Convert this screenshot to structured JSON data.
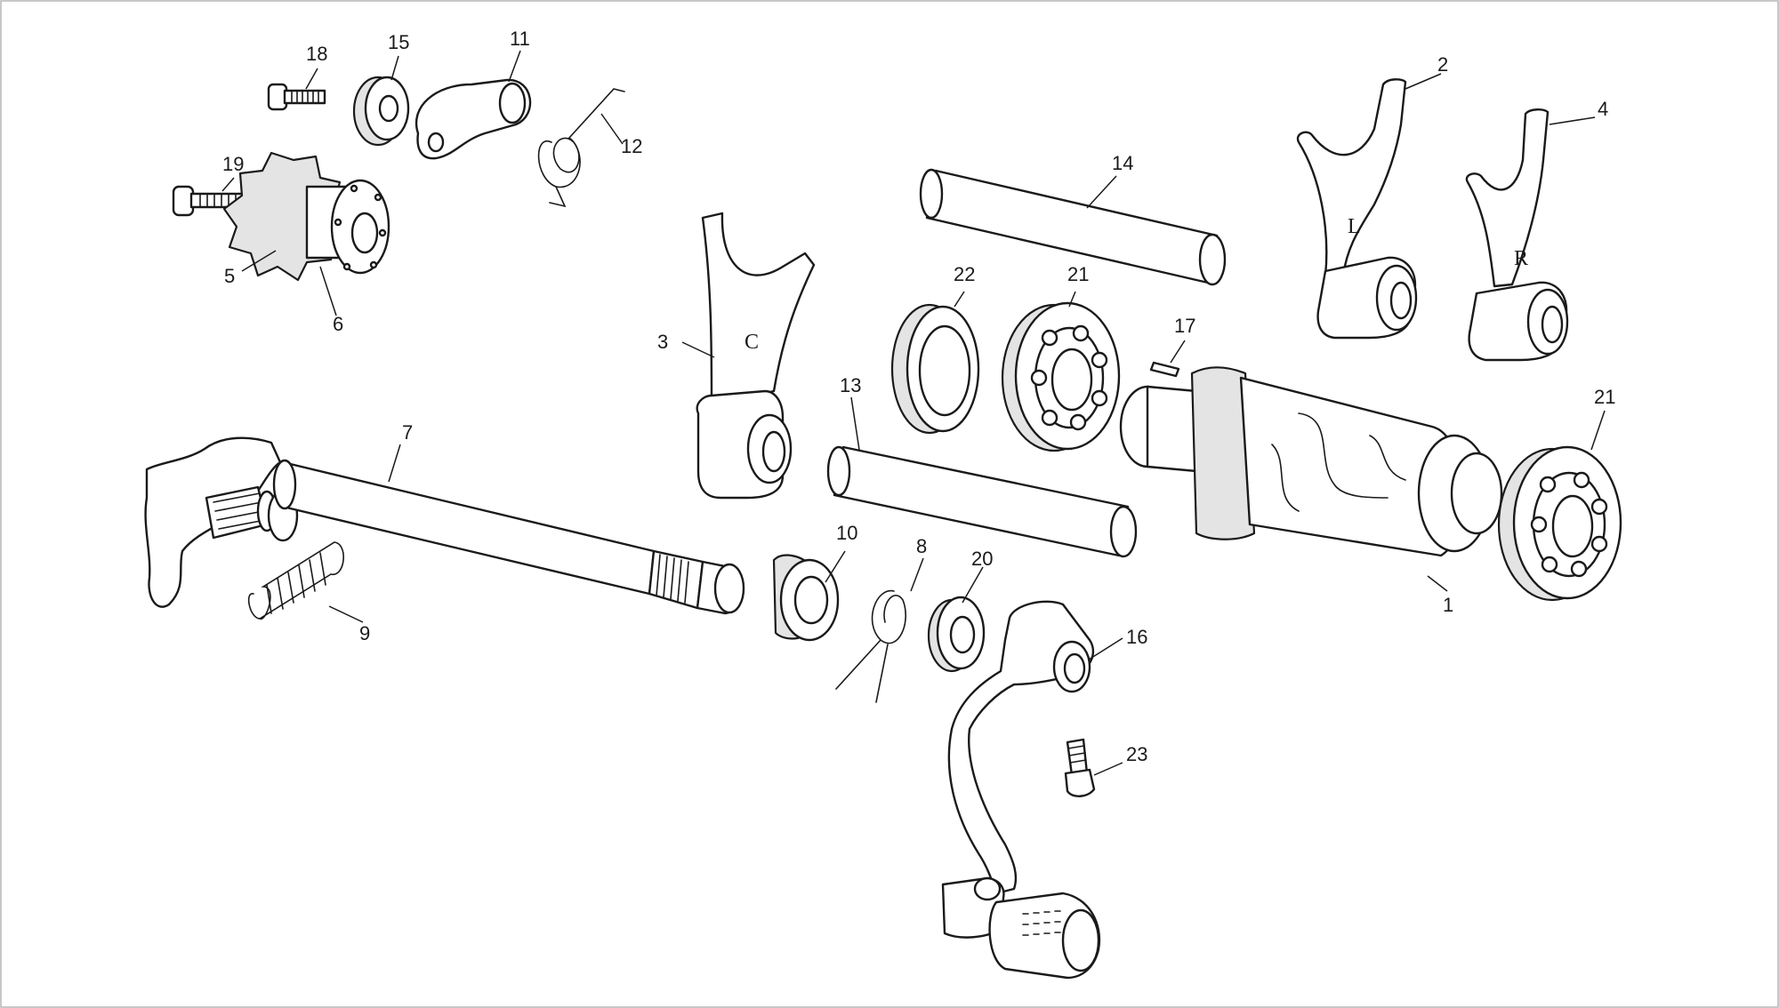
{
  "parts": [
    {
      "id": "p1",
      "label": "1"
    },
    {
      "id": "p2",
      "label": "2"
    },
    {
      "id": "p3",
      "label": "3"
    },
    {
      "id": "p4",
      "label": "4"
    },
    {
      "id": "p5",
      "label": "5"
    },
    {
      "id": "p6",
      "label": "6"
    },
    {
      "id": "p7",
      "label": "7"
    },
    {
      "id": "p8",
      "label": "8"
    },
    {
      "id": "p9",
      "label": "9"
    },
    {
      "id": "p10",
      "label": "10"
    },
    {
      "id": "p11",
      "label": "11"
    },
    {
      "id": "p12",
      "label": "12"
    },
    {
      "id": "p13",
      "label": "13"
    },
    {
      "id": "p14",
      "label": "14"
    },
    {
      "id": "p15",
      "label": "15"
    },
    {
      "id": "p16",
      "label": "16"
    },
    {
      "id": "p17",
      "label": "17"
    },
    {
      "id": "p18",
      "label": "18"
    },
    {
      "id": "p19",
      "label": "19"
    },
    {
      "id": "p20",
      "label": "20"
    },
    {
      "id": "p21a",
      "label": "21"
    },
    {
      "id": "p21b",
      "label": "21"
    },
    {
      "id": "p22",
      "label": "22"
    },
    {
      "id": "p23",
      "label": "23"
    }
  ],
  "fork_markings": {
    "fork_c": "C",
    "fork_l": "L",
    "fork_r": "R"
  }
}
